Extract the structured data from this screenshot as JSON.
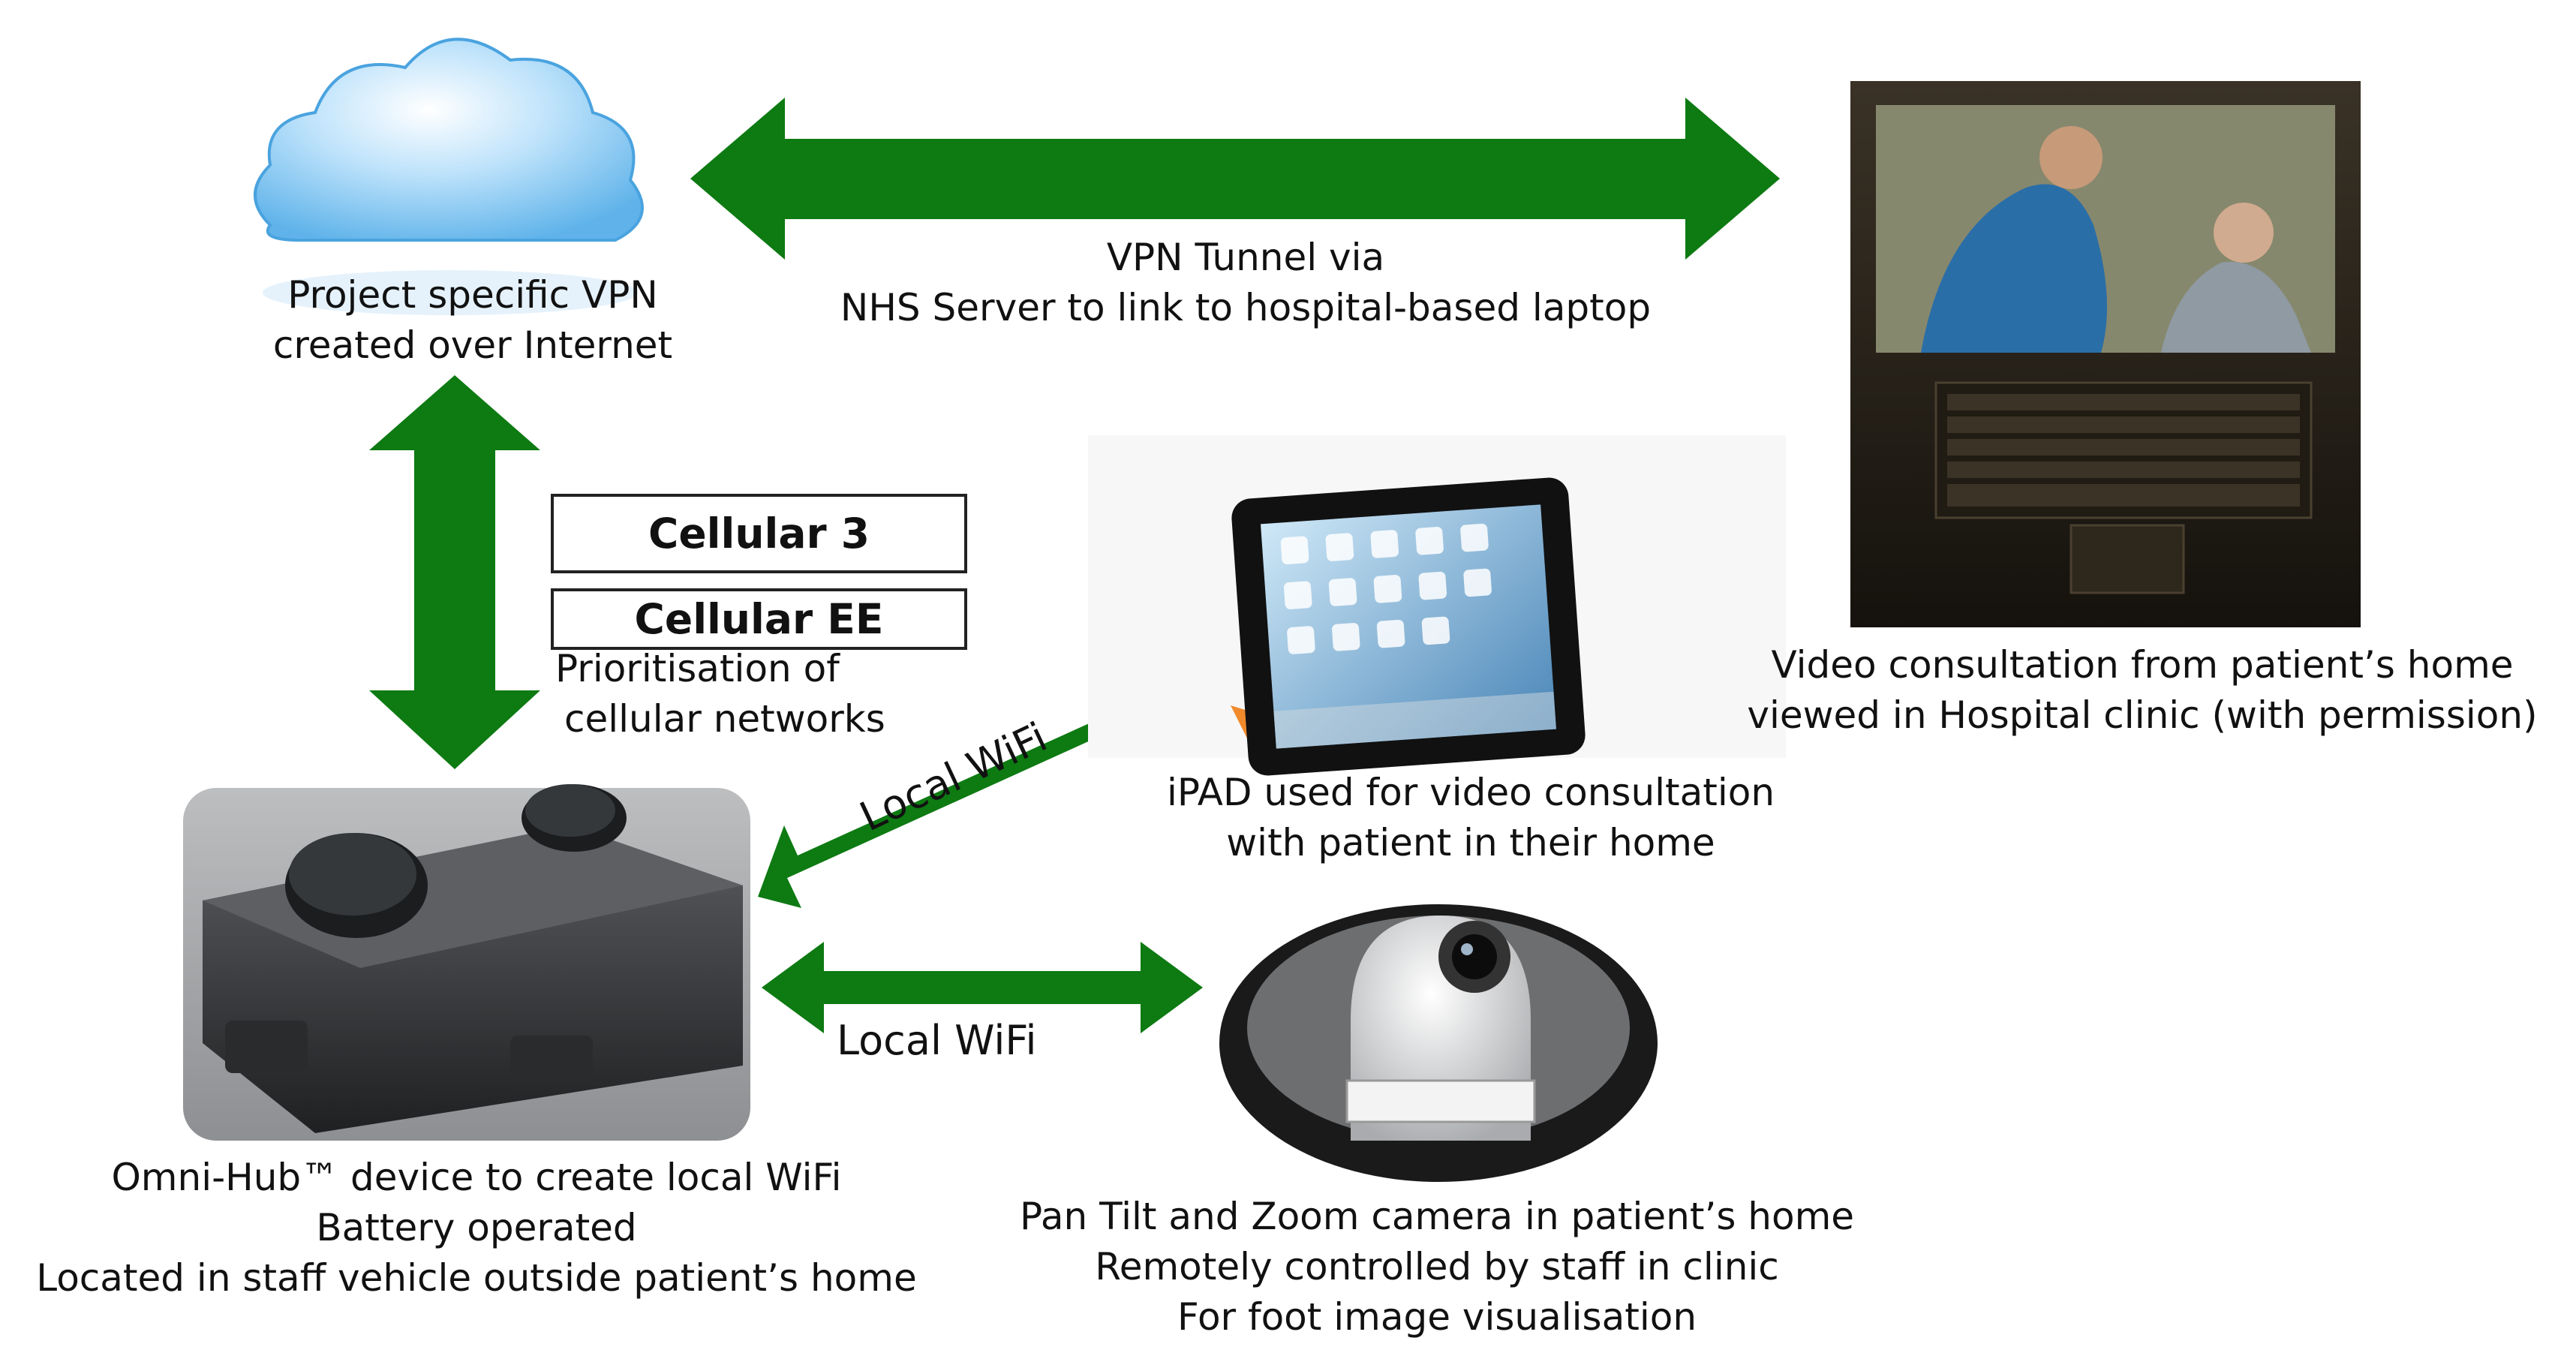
{
  "cloud": {
    "caption": [
      "Project specific VPN",
      "created over Internet"
    ]
  },
  "vpn_tunnel": {
    "caption": [
      "VPN Tunnel via",
      "NHS Server to link to hospital-based laptop"
    ]
  },
  "laptop": {
    "caption": [
      "Video consultation from patient’s home",
      "viewed in Hospital clinic (with permission)"
    ]
  },
  "cellular": {
    "box1": "Cellular 3",
    "box2": "Cellular EE",
    "caption": [
      "Prioritisation of",
      "cellular networks"
    ]
  },
  "ipad": {
    "caption": [
      "iPAD used for video consultation",
      "with patient in their home"
    ]
  },
  "wifi_ipad": {
    "label": "Local WiFi"
  },
  "wifi_camera": {
    "label": "Local WiFi"
  },
  "hub": {
    "caption": [
      "Omni-Hub™ device to create local WiFi",
      "Battery operated",
      "Located in staff vehicle outside patient’s home"
    ]
  },
  "camera": {
    "caption": [
      "Pan Tilt and Zoom camera in patient’s home",
      "Remotely controlled by staff in clinic",
      "For foot image visualisation"
    ]
  },
  "colors": {
    "arrow": "#0d7a12",
    "box_border": "#222222"
  }
}
